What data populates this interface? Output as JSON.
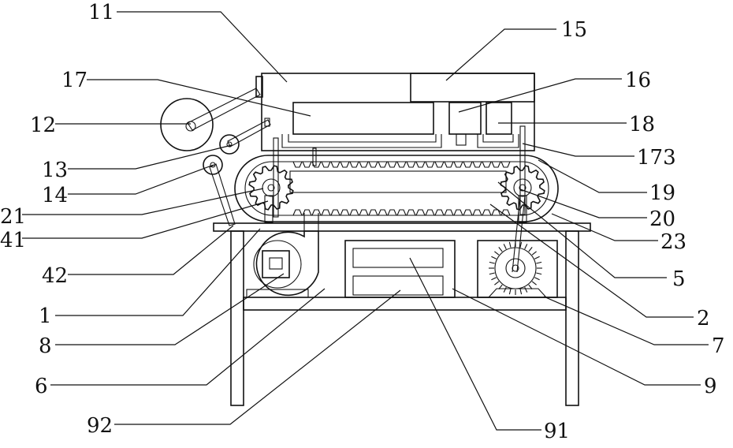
{
  "labels": {
    "l11": "11",
    "l15": "15",
    "l17": "17",
    "l16": "16",
    "l12": "12",
    "l18": "18",
    "l13": "13",
    "l173": "173",
    "l14": "14",
    "l19": "19",
    "l21": "21",
    "l20": "20",
    "l41": "41",
    "l23": "23",
    "l42": "42",
    "l5": "5",
    "l1": "1",
    "l2": "2",
    "l8": "8",
    "l7": "7",
    "l6": "6",
    "l9": "9",
    "l92": "92",
    "l91": "91"
  }
}
